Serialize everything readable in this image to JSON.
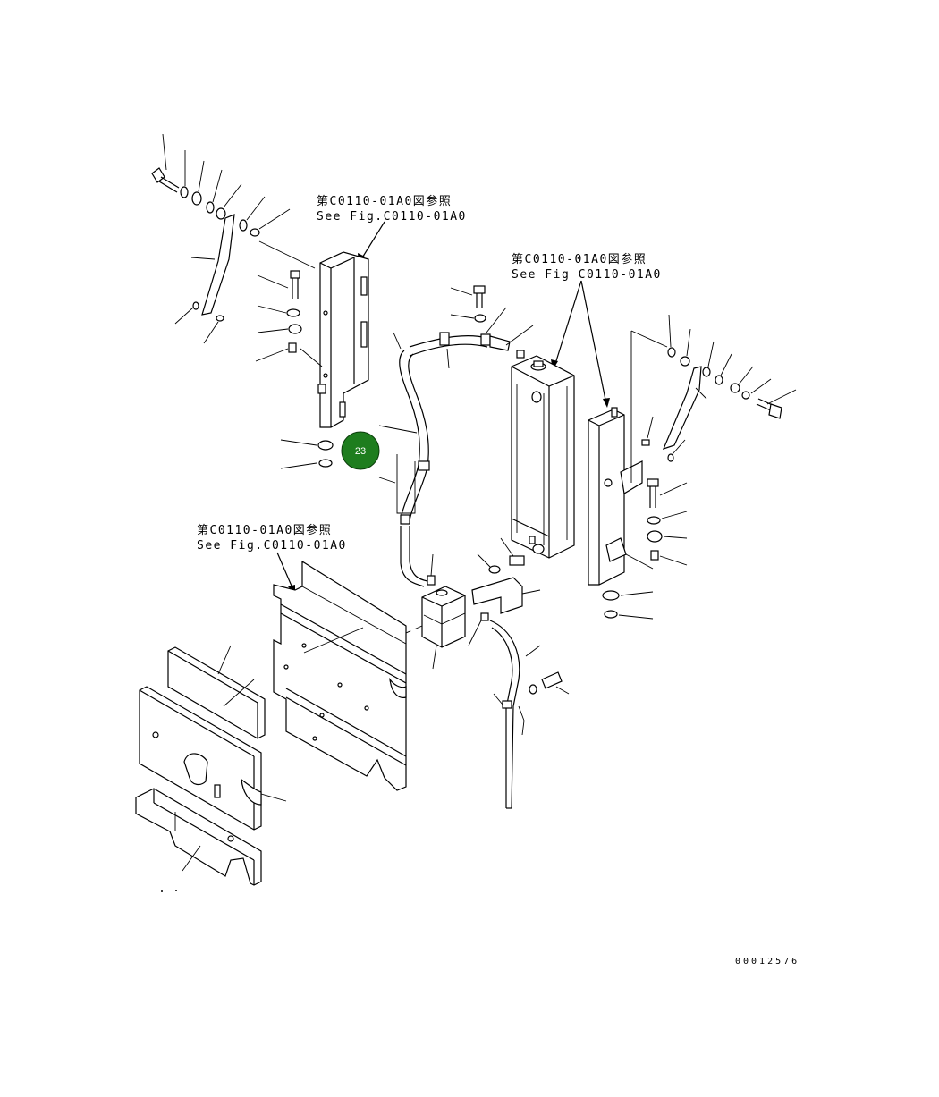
{
  "references": [
    {
      "jp": "第C0110-01A0図参照",
      "en": "See Fig.C0110-01A0"
    },
    {
      "jp": "第C0110-01A0図参照",
      "en": "See Fig C0110-01A0"
    },
    {
      "jp": "第C0110-01A0図参照",
      "en": "See Fig.C0110-01A0"
    }
  ],
  "highlight_badge": {
    "label": "23",
    "color": "#1e7d1e"
  },
  "drawing_number": "00012576"
}
